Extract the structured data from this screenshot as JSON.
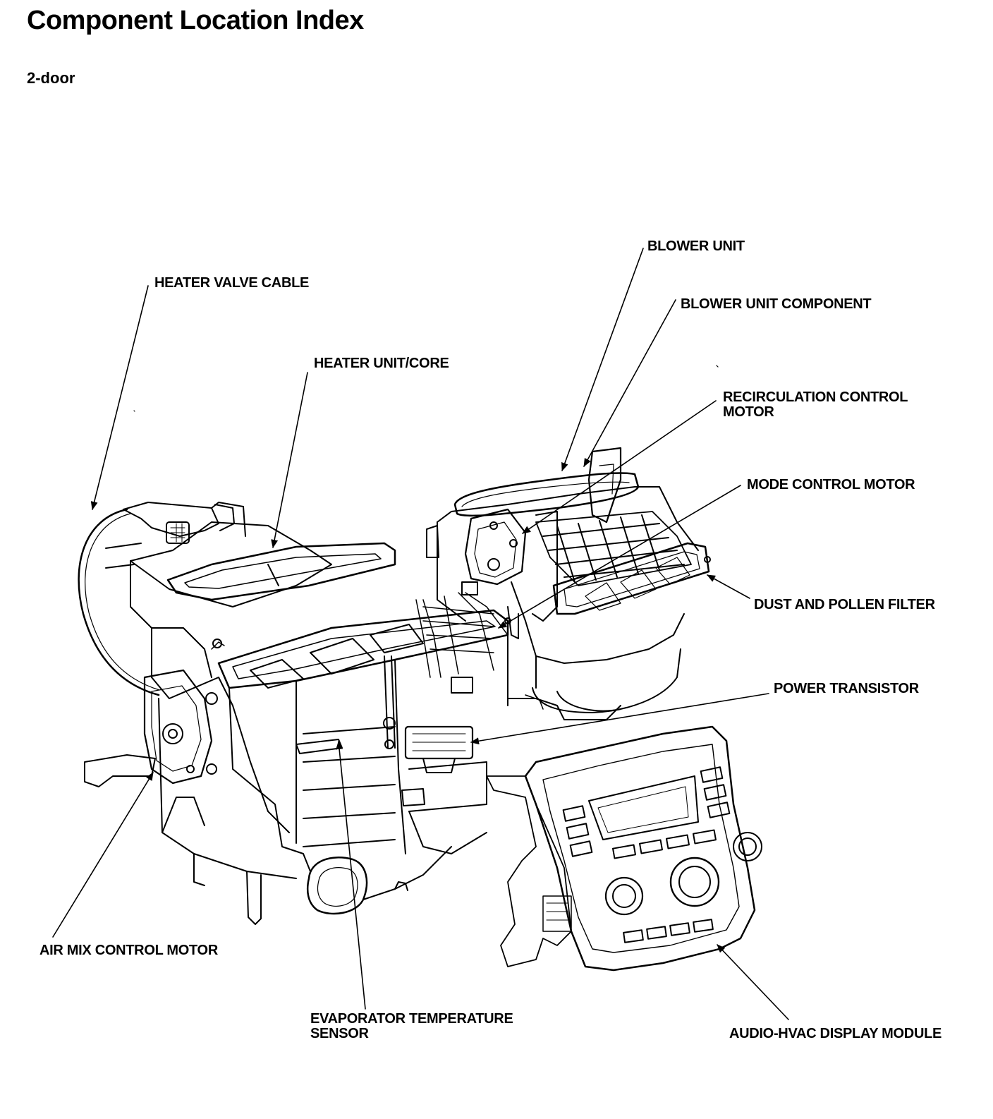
{
  "header": {
    "title": "Component Location Index",
    "subtitle": "2-door"
  },
  "callouts": {
    "heater_valve_cable": [
      "HEATER VALVE CABLE"
    ],
    "heater_unit_core": [
      "HEATER UNIT/CORE"
    ],
    "blower_unit": [
      "BLOWER UNIT"
    ],
    "blower_unit_component": [
      "BLOWER UNIT COMPONENT"
    ],
    "recirculation_control_motor": [
      "RECIRCULATION CONTROL",
      "MOTOR"
    ],
    "mode_control_motor": [
      "MODE CONTROL MOTOR"
    ],
    "dust_and_pollen_filter": [
      "DUST AND POLLEN FILTER"
    ],
    "power_transistor": [
      "POWER TRANSISTOR"
    ],
    "air_mix_control_motor": [
      "AIR MIX CONTROL MOTOR"
    ],
    "evaporator_temperature_sensor": [
      "EVAPORATOR TEMPERATURE",
      "SENSOR"
    ],
    "audio_hvac_display_module": [
      "AUDIO-HVAC DISPLAY MODULE"
    ]
  },
  "colors": {
    "ink": "#000000",
    "paper": "#ffffff"
  }
}
